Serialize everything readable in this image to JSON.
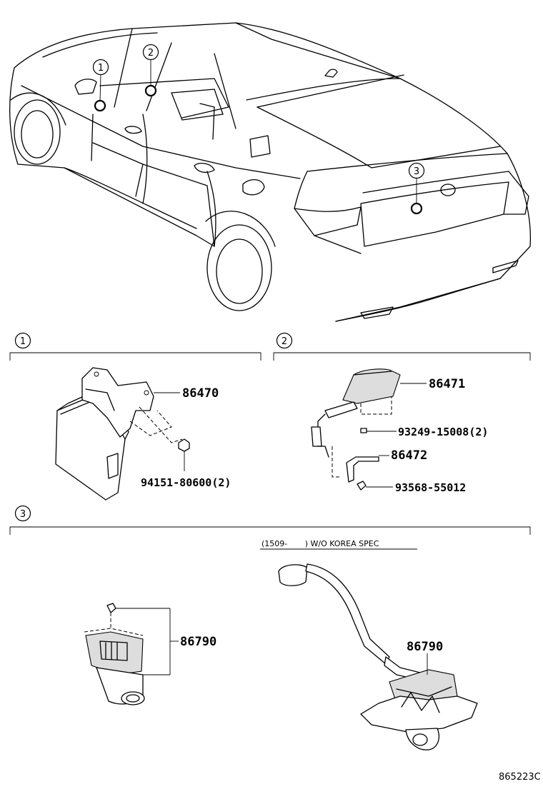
{
  "callouts": {
    "c1": "1",
    "c2": "2",
    "c3": "3"
  },
  "section1": {
    "num": "1",
    "parts": {
      "bracket_module": "86470",
      "nut": "94151-80600(2)"
    }
  },
  "section2": {
    "num": "2",
    "parts": {
      "camera_housing": "86471",
      "screw": "93249-15008(2)",
      "bracket": "86472",
      "bolt": "93568-55012"
    }
  },
  "section3": {
    "num": "3",
    "note": "(1509-       ) W/O KOREA SPEC",
    "parts": {
      "camera_left": "86790",
      "camera_right": "86790"
    }
  },
  "drawing_code": "865223C"
}
